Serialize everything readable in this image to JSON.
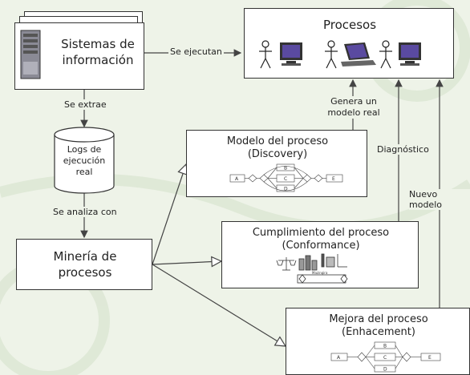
{
  "info_systems": {
    "line1": "Sistemas de",
    "line2": "información"
  },
  "processes": {
    "title": "Procesos"
  },
  "logs": {
    "line1": "Logs de",
    "line2": "ejecución",
    "line3": "real"
  },
  "mining": {
    "line1": "Minería de",
    "line2": "procesos"
  },
  "discovery": {
    "title": "Modelo del proceso",
    "subtitle": "(Discovery)"
  },
  "conformance": {
    "title": "Cumplimiento del proceso",
    "subtitle": "(Conformance)"
  },
  "enhancement": {
    "title": "Mejora del proceso",
    "subtitle": "(Enhacement)"
  },
  "edges": {
    "execute": "Se ejecutan",
    "extract": "Se extrae",
    "analyze": "Se analiza con",
    "real_model_1": "Genera un",
    "real_model_2": "modelo real",
    "diagnostic": "Diagnóstico",
    "new_model": "Nuevo modelo"
  },
  "mini_model": {
    "a": "A",
    "b": "B",
    "c": "C",
    "d": "D",
    "e": "E"
  },
  "mini_labels": {
    "seal": "Mazingira"
  },
  "colors": {
    "laptop_screen": "#5a4aa0",
    "arrow": "#444444",
    "background": "#eef3e8"
  }
}
